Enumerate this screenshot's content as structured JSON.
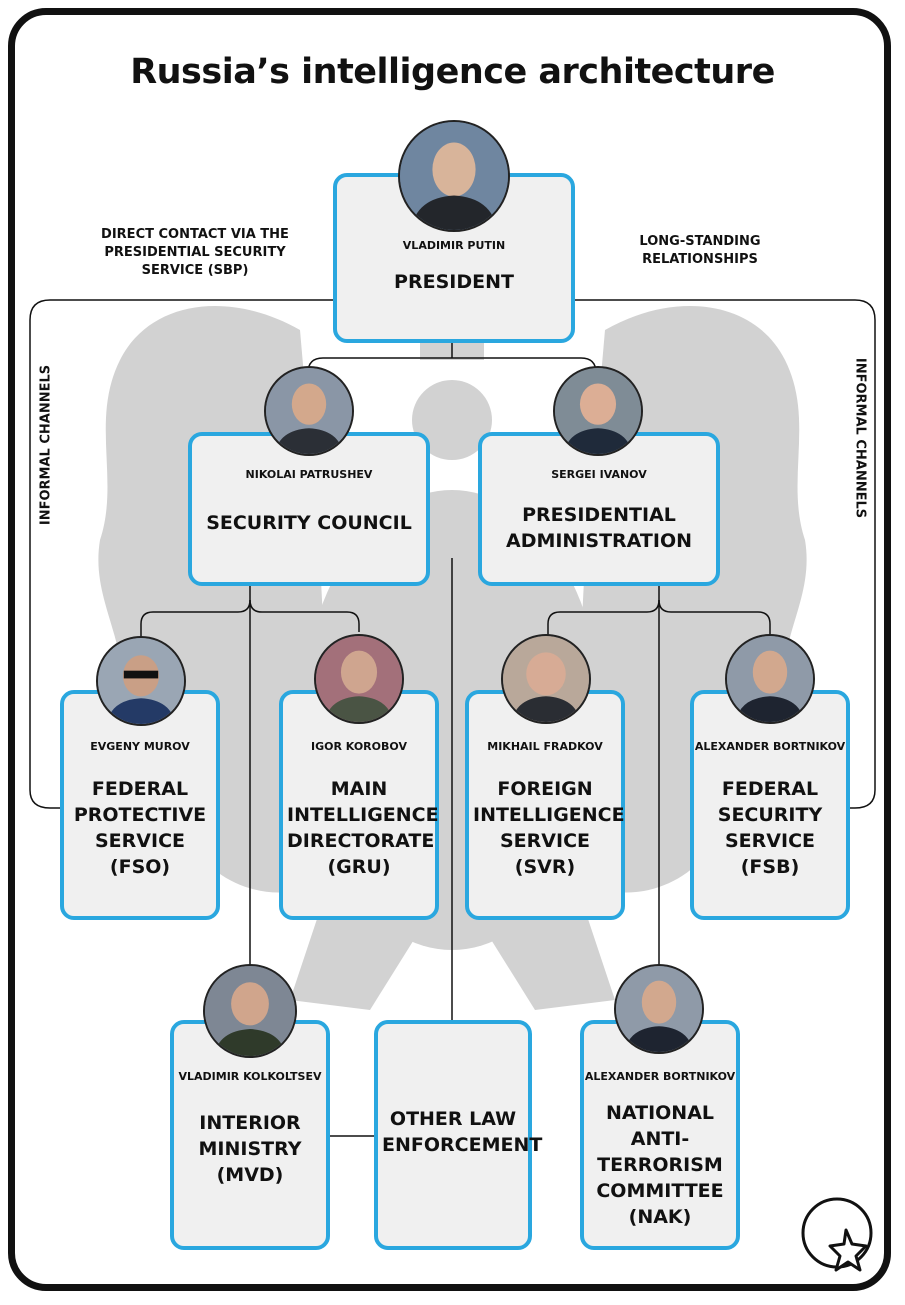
{
  "title": "Russia’s intelligence architecture",
  "notes": {
    "left_top": "DIRECT CONTACT VIA THE PRESIDENTIAL SECURITY SERVICE (SBP)",
    "right_top": "LONG-STANDING RELATIONSHIPS",
    "informal_left": "INFORMAL CHANNELS",
    "informal_right": "INFORMAL CHANNELS"
  },
  "boxes": {
    "president": {
      "name": "VLADIMIR PUTIN",
      "title": "PRESIDENT"
    },
    "security_council": {
      "name": "NIKOLAI PATRUSHEV",
      "title": "SECURITY COUNCIL"
    },
    "presidential_admin": {
      "name": "SERGEI IVANOV",
      "title": "PRESIDENTIAL ADMINISTRATION"
    },
    "fso": {
      "name": "EVGENY MUROV",
      "title": "FEDERAL PROTECTIVE SERVICE (FSO)"
    },
    "gru": {
      "name": "IGOR KOROBOV",
      "title": "MAIN INTELLIGENCE DIRECTORATE (GRU)"
    },
    "svr": {
      "name": "MIKHAIL FRADKOV",
      "title": "FOREIGN INTELLIGENCE SERVICE (SVR)"
    },
    "fsb": {
      "name": "ALEXANDER BORTNIKOV",
      "title": "FEDERAL SECURITY SERVICE (FSB)"
    },
    "mvd": {
      "name": "VLADIMIR KOLKOLTSEV",
      "title": "INTERIOR MINISTRY (MVD)"
    },
    "other": {
      "title": "OTHER LAW ENFORCEMENT"
    },
    "nak": {
      "name": "ALEXANDER BORTNIKOV",
      "title": "NATIONAL ANTI-TERRORISM COMMITTEE (NAK)"
    }
  },
  "colors": {
    "box_border": "#2aa7df",
    "box_fill": "#f0f0f0",
    "emblem": "#cfcfcf"
  },
  "icons": {
    "logo": "star-circle-icon"
  }
}
